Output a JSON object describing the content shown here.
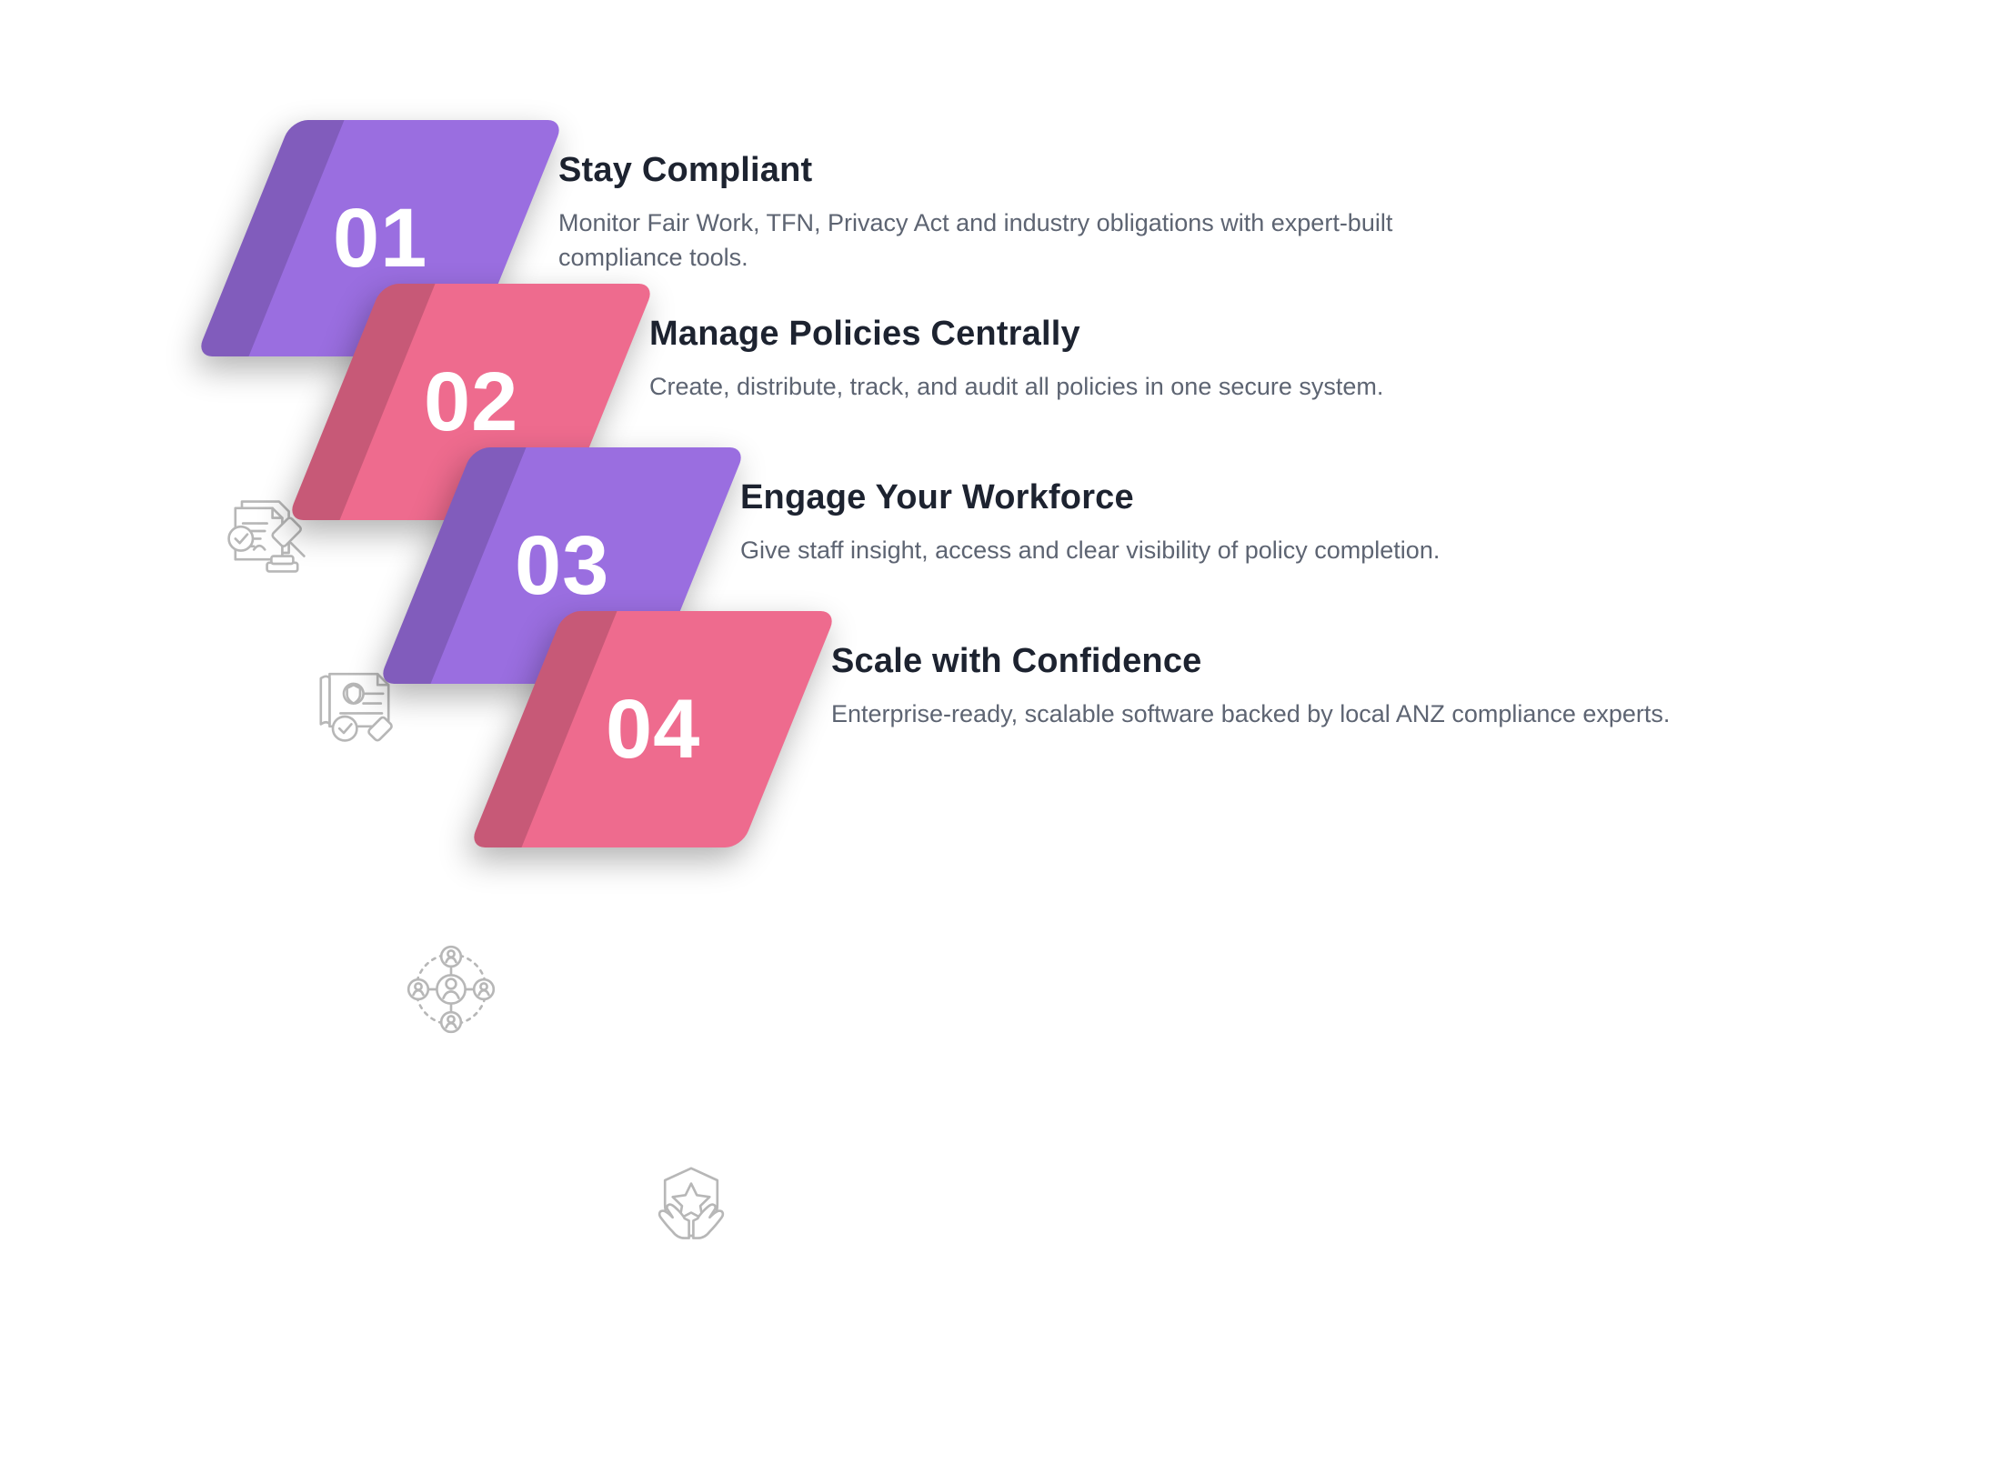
{
  "diagram": {
    "type": "slanted-numbered-steps",
    "title": "",
    "colors": {
      "purple": "#9a6ee0",
      "pink": "#ee6b8e",
      "heading": "#1d2330",
      "body": "#5d6472",
      "background": "#ffffff"
    },
    "steps": [
      {
        "number": "01",
        "color": "purple",
        "heading": "Stay Compliant",
        "body": "Monitor Fair Work, TFN, Privacy Act and industry obligations with expert-built compliance tools.",
        "icon": "document-gavel-icon"
      },
      {
        "number": "02",
        "color": "pink",
        "heading": "Manage Policies Centrally",
        "body": "Create, distribute, track, and audit all policies in one secure system.",
        "icon": "certificate-check-icon"
      },
      {
        "number": "03",
        "color": "purple",
        "heading": "Engage Your Workforce",
        "body": "Give staff insight, access and clear visibility of policy completion.",
        "icon": "people-network-icon"
      },
      {
        "number": "04",
        "color": "pink",
        "heading": "Scale with Confidence",
        "body": "Enterprise-ready, scalable software  backed by local ANZ compliance experts.",
        "icon": "shield-star-hands-icon"
      }
    ]
  }
}
